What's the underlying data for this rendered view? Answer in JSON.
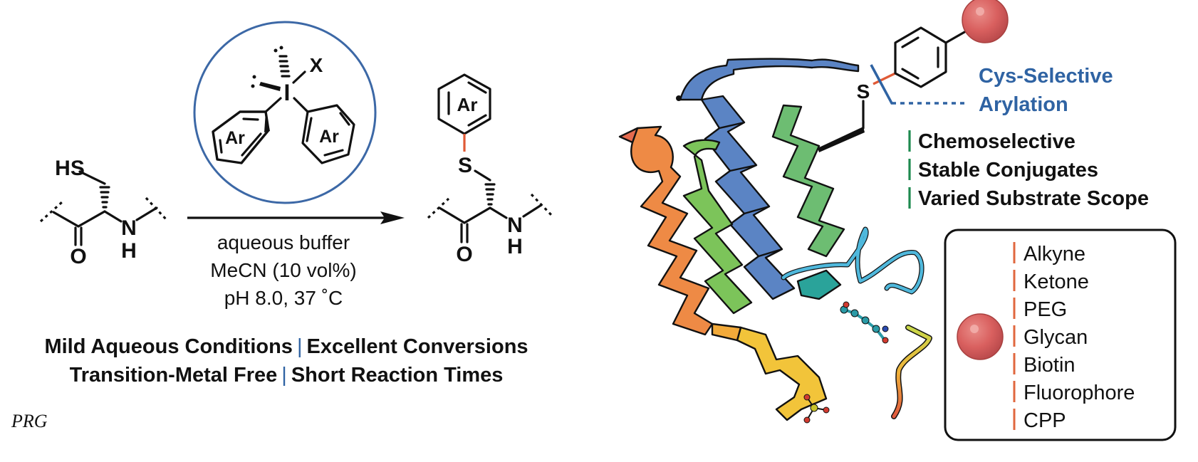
{
  "colors": {
    "reagent_circle": "#3c68a6",
    "new_bond": "#e05a36",
    "cys_selective_text": "#2f63a3",
    "feature_bar": "#1e8a4f",
    "payload_bar": "#e0673e",
    "payload_sphere": "#d9605f",
    "highlight_separator": "#2f63a3"
  },
  "reagent": {
    "central_atom": "I",
    "ligand": "X",
    "aryl_left": "Ar",
    "aryl_right": "Ar"
  },
  "reactant": {
    "thiol_label": "HS",
    "carbonyl_o": "O",
    "amide_n": "N",
    "amide_h": "H"
  },
  "product": {
    "aryl_label": "Ar",
    "sulfur_label": "S",
    "carbonyl_o": "O",
    "amide_n": "N",
    "amide_h": "H"
  },
  "conditions": [
    "aqueous buffer",
    "MeCN (10 vol%)",
    "pH 8.0, 37 ˚C"
  ],
  "highlights": {
    "line1": [
      "Mild Aqueous Conditions",
      "|",
      "Excellent Conversions"
    ],
    "line2": [
      "Transition-Metal Free",
      "|",
      "Short Reaction Times"
    ]
  },
  "signature": "PRG",
  "protein_panel": {
    "sulfur_label": "S",
    "callout": [
      "Cys-Selective",
      "Arylation"
    ],
    "features": [
      "Chemoselective",
      "Stable Conjugates",
      "Varied Substrate Scope"
    ]
  },
  "payload_legend": {
    "items": [
      "Alkyne",
      "Ketone",
      "PEG",
      "Glycan",
      "Biotin",
      "Fluorophore",
      "CPP"
    ]
  }
}
